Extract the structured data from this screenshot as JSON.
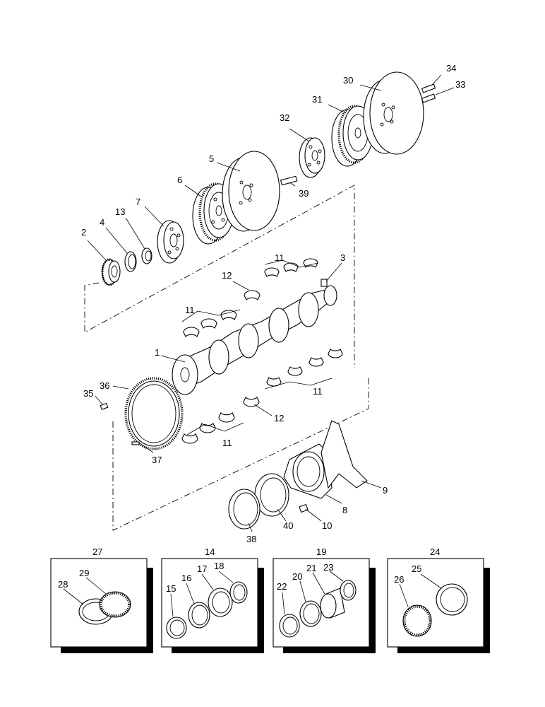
{
  "diagram": {
    "callouts": {
      "c1": "1",
      "c2": "2",
      "c3": "3",
      "c4": "4",
      "c5": "5",
      "c6": "6",
      "c7": "7",
      "c8": "8",
      "c9": "9",
      "c10": "10",
      "c11a": "11",
      "c11b": "11",
      "c11c": "11",
      "c11d": "11",
      "c12a": "12",
      "c12b": "12",
      "c13": "13",
      "c30": "30",
      "c31": "31",
      "c32": "32",
      "c33": "33",
      "c34": "34",
      "c35": "35",
      "c36": "36",
      "c37": "37",
      "c38": "38",
      "c39": "39",
      "c40": "40"
    },
    "kits": [
      {
        "title": "27",
        "items": [
          "28",
          "29"
        ]
      },
      {
        "title": "14",
        "items": [
          "15",
          "16",
          "17",
          "18"
        ]
      },
      {
        "title": "19",
        "items": [
          "22",
          "20",
          "21",
          "23"
        ]
      },
      {
        "title": "24",
        "items": [
          "26",
          "25"
        ]
      }
    ]
  }
}
